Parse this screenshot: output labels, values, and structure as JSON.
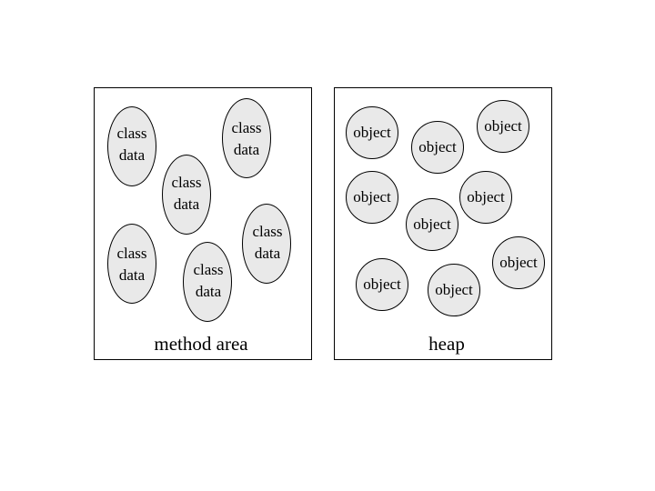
{
  "diagram": {
    "method_area": {
      "label": "method area",
      "items": [
        {
          "line1": "class",
          "line2": "data"
        },
        {
          "line1": "class",
          "line2": "data"
        },
        {
          "line1": "class",
          "line2": "data"
        },
        {
          "line1": "class",
          "line2": "data"
        },
        {
          "line1": "class",
          "line2": "data"
        },
        {
          "line1": "class",
          "line2": "data"
        }
      ]
    },
    "heap": {
      "label": "heap",
      "items": [
        {
          "label": "object"
        },
        {
          "label": "object"
        },
        {
          "label": "object"
        },
        {
          "label": "object"
        },
        {
          "label": "object"
        },
        {
          "label": "object"
        },
        {
          "label": "object"
        },
        {
          "label": "object"
        },
        {
          "label": "object"
        }
      ]
    }
  },
  "colors": {
    "blob_fill": "#e9e9e9",
    "outline": "#000000",
    "background": "#ffffff"
  }
}
